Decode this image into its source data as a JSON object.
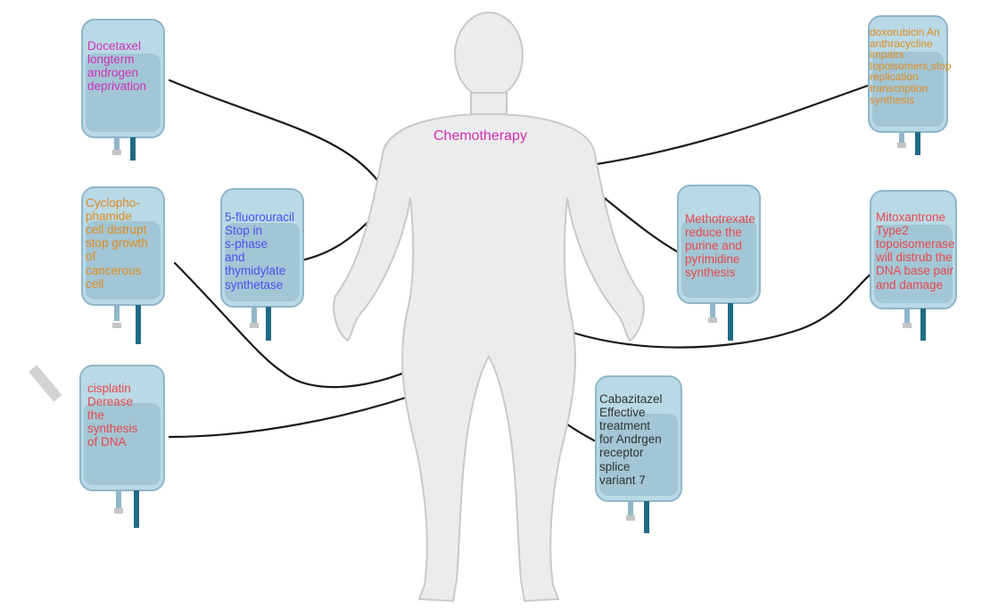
{
  "title": "Chemotherapy",
  "colors": {
    "title": "#d12fb7",
    "magenta": "#d12fb7",
    "orange": "#e08a1e",
    "blue": "#4d4ff0",
    "red": "#e8474b",
    "dark": "#333333",
    "bag_fill": "#b9d9e6",
    "bag_edge": "#8fb6c9",
    "bag_liquid": "#8fb7c6",
    "tube": "#1f6b86",
    "body_fill": "#ececec",
    "body_edge": "#c9c9c9",
    "line": "#1a1a1a"
  },
  "drugs": [
    {
      "id": "docetaxel",
      "color": "magenta",
      "label": "Docetaxel\nlongterm\nandrogen\ndeprivation"
    },
    {
      "id": "cyclophosphamide",
      "color": "orange",
      "label": "Cyclopho-\nphamide\ncell distrupt\n stop growth\n of\ncancerous\ncell"
    },
    {
      "id": "fluorouracil",
      "color": "blue",
      "label": "5-fluorouracil\nStop in\ns-phase\n and\nthymidylate\nsynthetase"
    },
    {
      "id": "cisplatin",
      "color": "red",
      "label": "cisplatin\nDerease\nthe\nsynthesis\nof DNA"
    },
    {
      "id": "doxorubicin",
      "color": "orange",
      "label": "doxorubicin An\nanthracycline\nimpairs\ntopoisomers,stop\nreplication\ntranscription\nsynthesis"
    },
    {
      "id": "methotrexate",
      "color": "red",
      "label": "Methotrexate\nreduce the\npurine and\npyrimidine\nsynthesis"
    },
    {
      "id": "mitoxantrone",
      "color": "red",
      "label": "Mitoxantrone\nType2\ntopoisomerase\nwill distrub the\nDNA base pair\nand damage"
    },
    {
      "id": "cabazitaxel",
      "color": "dark",
      "label": "Cabazitazel\nEffective\ntreatment\n for Andrgen\nreceptor\n splice\nvariant 7"
    }
  ]
}
